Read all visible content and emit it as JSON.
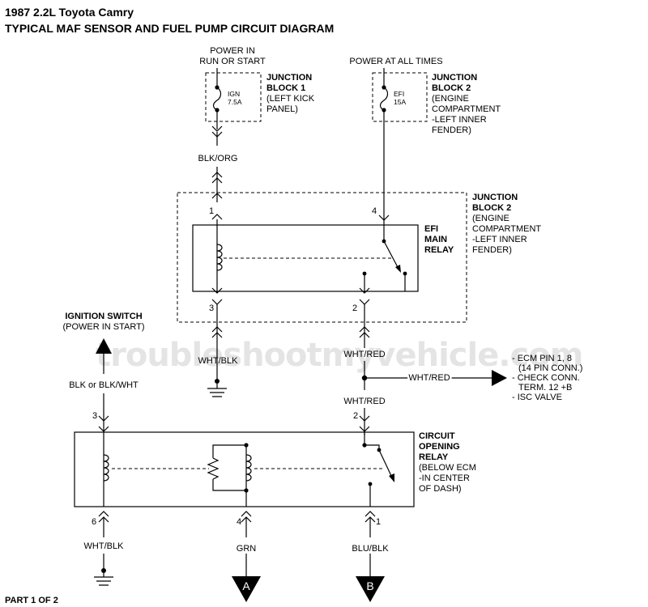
{
  "title": {
    "line1": "1987 2.2L Toyota Camry",
    "line2": "TYPICAL MAF SENSOR AND FUEL PUMP CIRCUIT DIAGRAM"
  },
  "watermark": "troubleshootmyvehicle.com",
  "footer": "PART 1 OF 2",
  "power_sources": {
    "left_line1": "POWER IN",
    "left_line2": "RUN OR START",
    "right": "POWER AT ALL TIMES"
  },
  "fuses": {
    "ign_name": "IGN",
    "ign_rating": "7.5A",
    "efi_name": "EFI",
    "efi_rating": "15A"
  },
  "junction_block_1": {
    "title1": "JUNCTION",
    "title2": "BLOCK 1",
    "desc1": "(LEFT KICK",
    "desc2": "PANEL)"
  },
  "junction_block_2_top": {
    "title1": "JUNCTION",
    "title2": "BLOCK 2",
    "desc1": "(ENGINE",
    "desc2": "COMPARTMENT",
    "desc3": "-LEFT INNER",
    "desc4": "FENDER)"
  },
  "junction_block_2_relay": {
    "title1": "JUNCTION",
    "title2": "BLOCK 2",
    "desc1": "(ENGINE",
    "desc2": "COMPARTMENT",
    "desc3": "-LEFT INNER",
    "desc4": "FENDER)"
  },
  "efi_main_relay": {
    "line1": "EFI",
    "line2": "MAIN",
    "line3": "RELAY",
    "pin_1": "1",
    "pin_4": "4",
    "pin_3": "3",
    "pin_2": "2"
  },
  "wires": {
    "blk_org": "BLK/ORG",
    "wht_blk_upper": "WHT/BLK",
    "wht_red_upper": "WHT/RED",
    "wht_red_branch": "WHT/RED",
    "wht_red_lower": "WHT/RED",
    "blk_or_blk_wht": "BLK or BLK/WHT",
    "wht_blk_lower": "WHT/BLK",
    "grn": "GRN",
    "blu_blk": "BLU/BLK"
  },
  "ignition_switch": {
    "line1": "IGNITION SWITCH",
    "line2": "(POWER IN START)"
  },
  "ecm_destinations": {
    "line1": "- ECM PIN 1, 8",
    "line2": "(14 PIN CONN.)",
    "line3": "- CHECK CONN.",
    "line4": "TERM. 12 +B",
    "line5": "- ISC VALVE"
  },
  "circuit_opening_relay": {
    "line1": "CIRCUIT",
    "line2": "OPENING",
    "line3": "RELAY",
    "line4": "(BELOW ECM",
    "line5": "-IN CENTER",
    "line6": "OF DASH)",
    "pin_3": "3",
    "pin_2": "2",
    "pin_6": "6",
    "pin_4": "4",
    "pin_1": "1"
  },
  "connectors": {
    "a": "A",
    "b": "B"
  }
}
